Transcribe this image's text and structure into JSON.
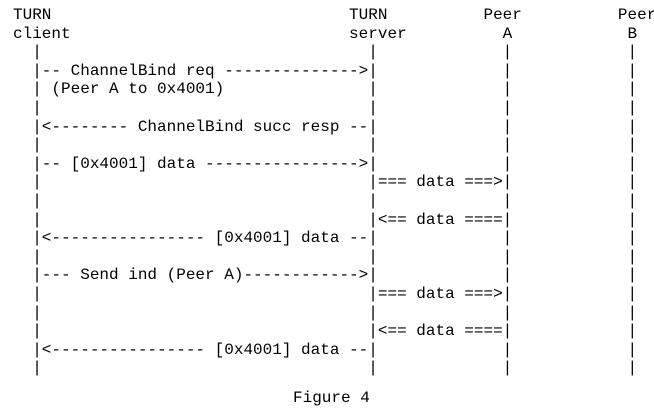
{
  "figure": {
    "caption": "Figure 4",
    "colors": {
      "text": "#000000",
      "background": "#ffffff"
    },
    "actors": [
      {
        "title_line1": "TURN",
        "title_line2": "client"
      },
      {
        "title_line1": "TURN",
        "title_line2": "server"
      },
      {
        "title_line1": "Peer",
        "title_line2": "A"
      },
      {
        "title_line1": "Peer",
        "title_line2": "B"
      }
    ],
    "messages": [
      {
        "from": "TURN client",
        "to": "TURN server",
        "label": "ChannelBind req (Peer A to 0x4001)",
        "style": "dashed-arrow"
      },
      {
        "from": "TURN server",
        "to": "TURN client",
        "label": "ChannelBind succ resp",
        "style": "dashed-arrow"
      },
      {
        "from": "TURN client",
        "to": "TURN server",
        "label": "[0x4001] data",
        "style": "dashed-arrow"
      },
      {
        "from": "TURN server",
        "to": "Peer A",
        "label": "data",
        "style": "double-line-arrow"
      },
      {
        "from": "Peer A",
        "to": "TURN server",
        "label": "data",
        "style": "double-line-arrow"
      },
      {
        "from": "TURN server",
        "to": "TURN client",
        "label": "[0x4001] data",
        "style": "dashed-arrow"
      },
      {
        "from": "TURN client",
        "to": "TURN server",
        "label": "Send ind (Peer A)",
        "style": "dashed-arrow"
      },
      {
        "from": "TURN server",
        "to": "Peer A",
        "label": "data",
        "style": "double-line-arrow"
      },
      {
        "from": "Peer A",
        "to": "TURN server",
        "label": "data",
        "style": "double-line-arrow"
      },
      {
        "from": "TURN server",
        "to": "TURN client",
        "label": "[0x4001] data",
        "style": "dashed-arrow"
      }
    ],
    "ascii_lines": [
      "TURN                               TURN          Peer          Peer",
      "client                             server          A            B",
      "  |                                  |             |            |",
      "  |-- ChannelBind req -------------->|             |            |",
      "  | (Peer A to 0x4001)               |             |            |",
      "  |                                  |             |            |",
      "  |<-------- ChannelBind succ resp --|             |            |",
      "  |                                  |             |            |",
      "  |-- [0x4001] data ---------------->|             |            |",
      "  |                                  |=== data ===>|            |",
      "  |                                  |             |            |",
      "  |                                  |<== data ====|            |",
      "  |<---------------- [0x4001] data --|             |            |",
      "  |                                  |             |            |",
      "  |--- Send ind (Peer A)------------>|             |            |",
      "  |                                  |=== data ===>|            |",
      "  |                                  |             |            |",
      "  |                                  |<== data ====|            |",
      "  |<---------------- [0x4001] data --|             |            |",
      "  |                                  |             |            |"
    ]
  }
}
